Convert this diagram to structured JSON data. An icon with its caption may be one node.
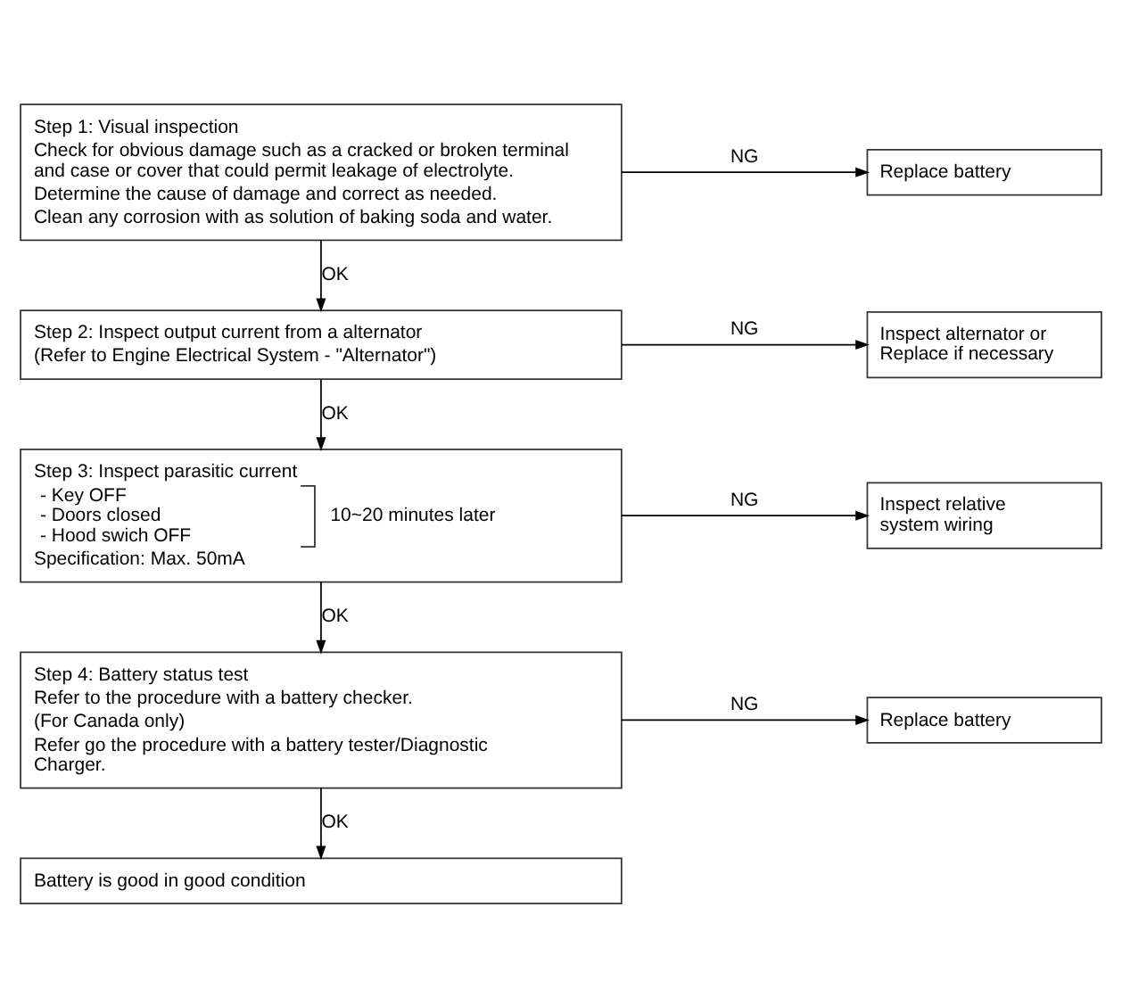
{
  "diagram": {
    "nodes": [
      {
        "text": [
          "Step 1: Visual inspection",
          "Check for obvious damage such as a cracked or broken terminal and case or cover that could permit leakage of electrolyte.",
          "Determine the cause of damage and correct as needed.",
          "Clean any corrosion with as solution of baking soda and water."
        ]
      },
      {
        "text": [
          "Replace battery"
        ]
      },
      {
        "text": [
          "Step 2: Inspect output current from a alternator",
          "(Refer to Engine Electrical System - \"Alternator\")"
        ]
      },
      {
        "text": [
          "Inspect alternator or Replace if necessary"
        ]
      },
      {
        "text": [
          "Step 3: Inspect parasitic current",
          "- Key OFF",
          "- Doors closed",
          "- Hood swich OFF",
          "10~20 minutes later",
          "Specification: Max. 50mA"
        ]
      },
      {
        "text": [
          "Inspect relative system wiring"
        ]
      },
      {
        "text": [
          "Step 4: Battery status test",
          "Refer to the procedure with a battery checker.",
          "(For Canada only)",
          "Refer go the procedure with a battery tester/Diagnostic Charger."
        ]
      },
      {
        "text": [
          "Replace battery"
        ]
      },
      {
        "text": [
          "Battery is good in good condition"
        ]
      }
    ],
    "edges": [
      {
        "from": 0,
        "to": 1,
        "arrow": "to",
        "label": "NG"
      },
      {
        "from": 0,
        "to": 2,
        "arrow": "to",
        "label": "OK"
      },
      {
        "from": 2,
        "to": 3,
        "arrow": "to",
        "label": "NG"
      },
      {
        "from": 2,
        "to": 4,
        "arrow": "to",
        "label": "OK"
      },
      {
        "from": 4,
        "to": 5,
        "arrow": "to",
        "label": "NG"
      },
      {
        "from": 4,
        "to": 6,
        "arrow": "to",
        "label": "OK"
      },
      {
        "from": 6,
        "to": 7,
        "arrow": "to",
        "label": "NG"
      },
      {
        "from": 6,
        "to": 8,
        "arrow": "to",
        "label": "OK"
      }
    ]
  }
}
